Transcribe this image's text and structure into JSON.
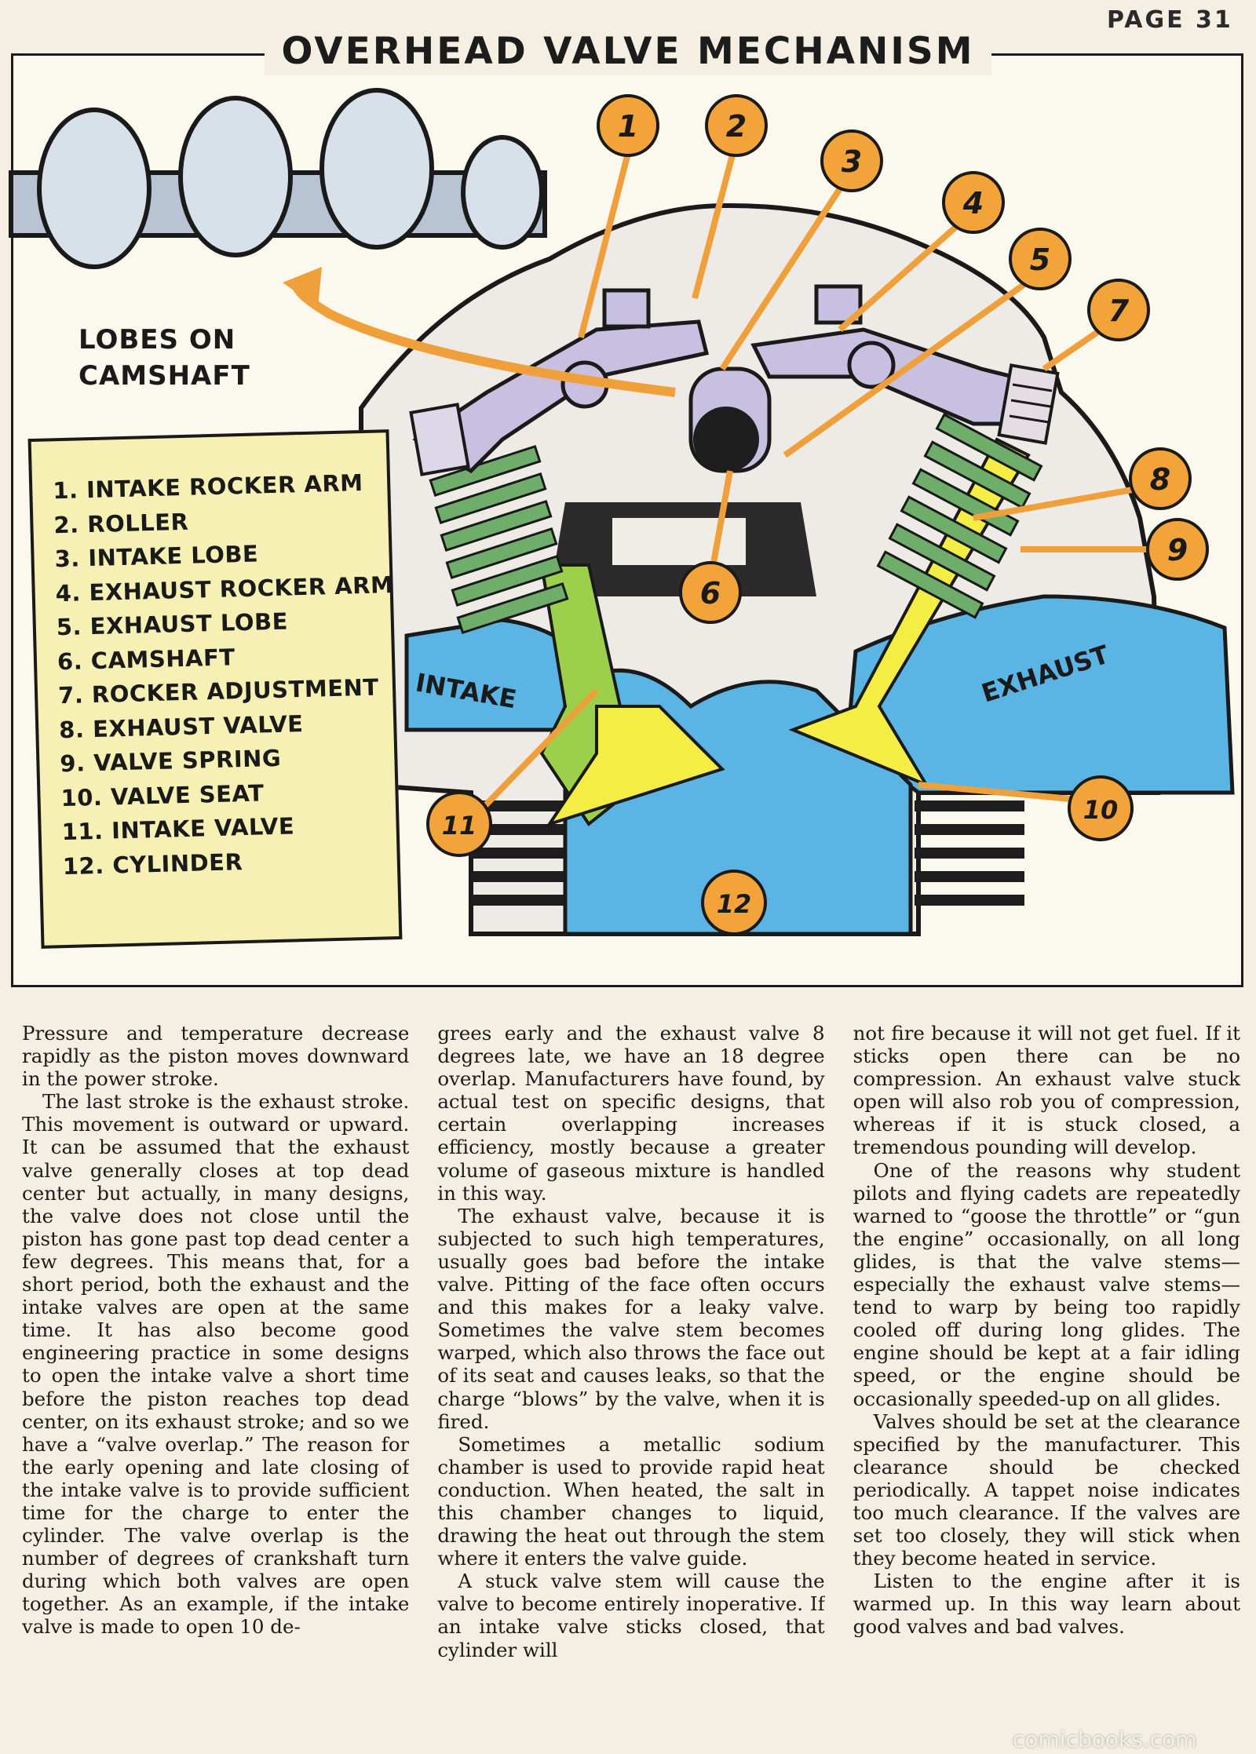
{
  "page_number": "PAGE 31",
  "title": "OVERHEAD VALVE MECHANISM",
  "cam_label": [
    "LOBES ON",
    "CAMSHAFT"
  ],
  "port_labels": {
    "intake": "INTAKE",
    "exhaust": "EXHAUST"
  },
  "callout_numbers": [
    "1",
    "2",
    "3",
    "4",
    "5",
    "6",
    "7",
    "8",
    "9",
    "10",
    "11",
    "12"
  ],
  "legend": [
    "1. INTAKE ROCKER ARM",
    "2. ROLLER",
    "3. INTAKE LOBE",
    "4. EXHAUST ROCKER ARM",
    "5. EXHAUST LOBE",
    "6. CAMSHAFT",
    "7. ROCKER ADJUSTMENT",
    "8. EXHAUST VALVE",
    "9. VALVE SPRING",
    "10. VALVE SEAT",
    "11. INTAKE VALVE",
    "12. CYLINDER"
  ],
  "colors": {
    "callout_fill": "#f2a43a",
    "callout_line": "#f0a03a",
    "cylinder_blue": "#5ab4e4",
    "valve_yellow": "#f4ee44",
    "spring_green": "#6fae6a",
    "rocker_lilac": "#c8c0e0",
    "cam_steel": "#b8c4d4",
    "legend_bg": "#f6f0b4"
  },
  "columns": [
    [
      "Pressure and temperature decrease rapidly as the piston moves downward in the power stroke.",
      "The last stroke is the exhaust stroke. This movement is outward or upward. It can be assumed that the exhaust valve generally closes at top dead center but actually, in many designs, the valve does not close until the piston has gone past top dead center a few degrees. This means that, for a short period, both the exhaust and the intake valves are open at the same time. It has also become good engineering practice in some designs to open the intake valve a short time before the piston reaches top dead center, on its exhaust stroke; and so we have a “valve overlap.” The reason for the early opening and late closing of the intake valve is to provide sufficient time for the charge to enter the cylinder. The valve overlap is the number of degrees of crankshaft turn during which both valves are open together. As an example, if the intake valve is made to open 10 de-"
    ],
    [
      "grees early and the exhaust valve 8 degrees late, we have an 18 degree overlap. Manufacturers have found, by actual test on specific designs, that certain overlapping increases efficiency, mostly because a greater volume of gaseous mixture is handled in this way.",
      "The exhaust valve, because it is subjected to such high temperatures, usually goes bad before the intake valve. Pitting of the face often occurs and this makes for a leaky valve. Sometimes the valve stem becomes warped, which also throws the face out of its seat and causes leaks, so that the charge “blows” by the valve, when it is fired.",
      "Sometimes a metallic sodium chamber is used to provide rapid heat conduction. When heated, the salt in this chamber changes to liquid, drawing the heat out through the stem where it enters the valve guide.",
      "A stuck valve stem will cause the valve to become entirely inoperative. If an intake valve sticks closed, that cylinder will"
    ],
    [
      "not fire because it will not get fuel. If it sticks open there can be no compression. An exhaust valve stuck open will also rob you of compression, whereas if it is stuck closed, a tremendous pounding will develop.",
      "One of the reasons why student pilots and flying cadets are repeatedly warned to “goose the throttle” or “gun the engine” occasionally, on all long glides, is that the valve stems—especially the exhaust valve stems—tend to warp by being too rapidly cooled off during long glides. The engine should be kept at a fair idling speed, or the engine should be occasionally speeded-up on all glides.",
      "Valves should be set at the clearance specified by the manufacturer. This clearance should be checked periodically. A tappet noise indicates too much clearance. If the valves are set too closely, they will stick when they become heated in service.",
      "Listen to the engine after it is warmed up. In this way learn about good valves and bad valves."
    ]
  ],
  "watermark": "comicbooks.com"
}
